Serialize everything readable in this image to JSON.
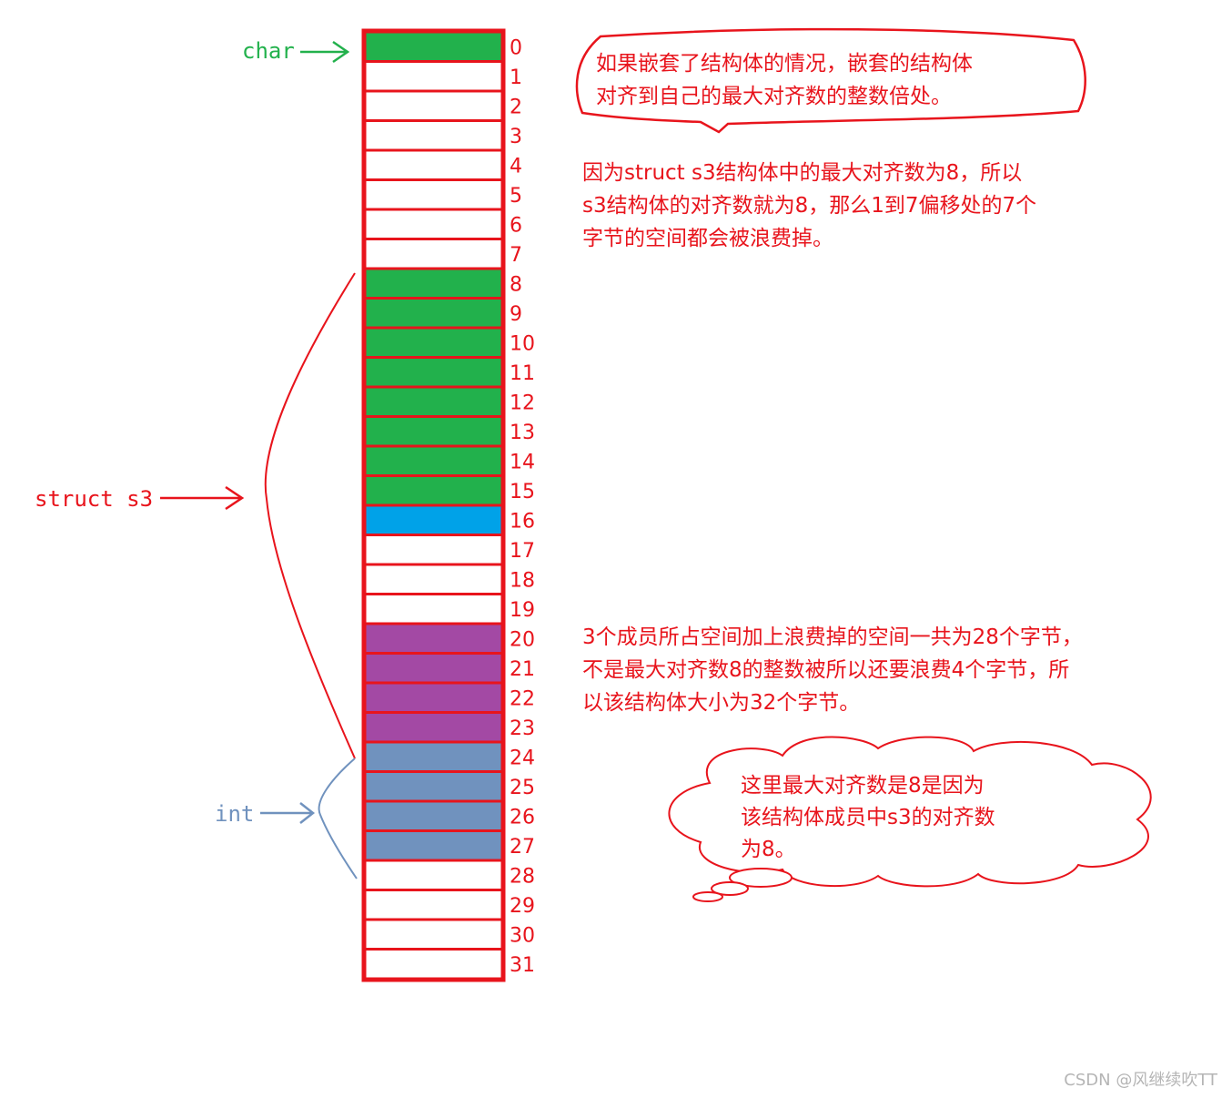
{
  "cells": [
    {
      "index": "0",
      "type": "char"
    },
    {
      "index": "1",
      "type": "empty"
    },
    {
      "index": "2",
      "type": "empty"
    },
    {
      "index": "3",
      "type": "empty"
    },
    {
      "index": "4",
      "type": "empty"
    },
    {
      "index": "5",
      "type": "empty"
    },
    {
      "index": "6",
      "type": "empty"
    },
    {
      "index": "7",
      "type": "empty"
    },
    {
      "index": "8",
      "type": "double"
    },
    {
      "index": "9",
      "type": "double"
    },
    {
      "index": "10",
      "type": "double"
    },
    {
      "index": "11",
      "type": "double"
    },
    {
      "index": "12",
      "type": "double"
    },
    {
      "index": "13",
      "type": "double"
    },
    {
      "index": "14",
      "type": "double"
    },
    {
      "index": "15",
      "type": "double"
    },
    {
      "index": "16",
      "type": "char2"
    },
    {
      "index": "17",
      "type": "empty"
    },
    {
      "index": "18",
      "type": "empty"
    },
    {
      "index": "19",
      "type": "empty"
    },
    {
      "index": "20",
      "type": "int"
    },
    {
      "index": "21",
      "type": "int"
    },
    {
      "index": "22",
      "type": "int"
    },
    {
      "index": "23",
      "type": "int"
    },
    {
      "index": "24",
      "type": "outer-int"
    },
    {
      "index": "25",
      "type": "outer-int"
    },
    {
      "index": "26",
      "type": "outer-int"
    },
    {
      "index": "27",
      "type": "outer-int"
    },
    {
      "index": "28",
      "type": "empty"
    },
    {
      "index": "29",
      "type": "empty"
    },
    {
      "index": "30",
      "type": "empty"
    },
    {
      "index": "31",
      "type": "empty"
    }
  ],
  "colors": {
    "char": "#22b14c",
    "double": "#22b14c",
    "char2": "#00a2e8",
    "int": "#a349a4",
    "outer-int": "#7092be",
    "empty": "#ffffff",
    "border": "#e8141c",
    "text_red": "#e8141c",
    "text_green": "#22b14c",
    "text_blue": "#7092be"
  },
  "labels": {
    "char": "char",
    "struct": "struct s3",
    "int": "int"
  },
  "notes": {
    "bubble_top": [
      "如果嵌套了结构体的情况，嵌套的结构体",
      "对齐到自己的最大对齐数的整数倍处。"
    ],
    "middle": [
      "因为struct s3结构体中的最大对齐数为8，所以",
      "s3结构体的对齐数就为8，那么1到7偏移处的7个",
      "字节的空间都会被浪费掉。"
    ],
    "lower": [
      "3个成员所占空间加上浪费掉的空间一共为28个字节，",
      "不是最大对齐数8的整数被所以还要浪费4个字节，所",
      "以该结构体大小为32个字节。"
    ],
    "cloud": [
      "这里最大对齐数是8是因为",
      "该结构体成员中s3的对齐数",
      "为8。"
    ]
  },
  "watermark": "CSDN @风继续吹TT"
}
